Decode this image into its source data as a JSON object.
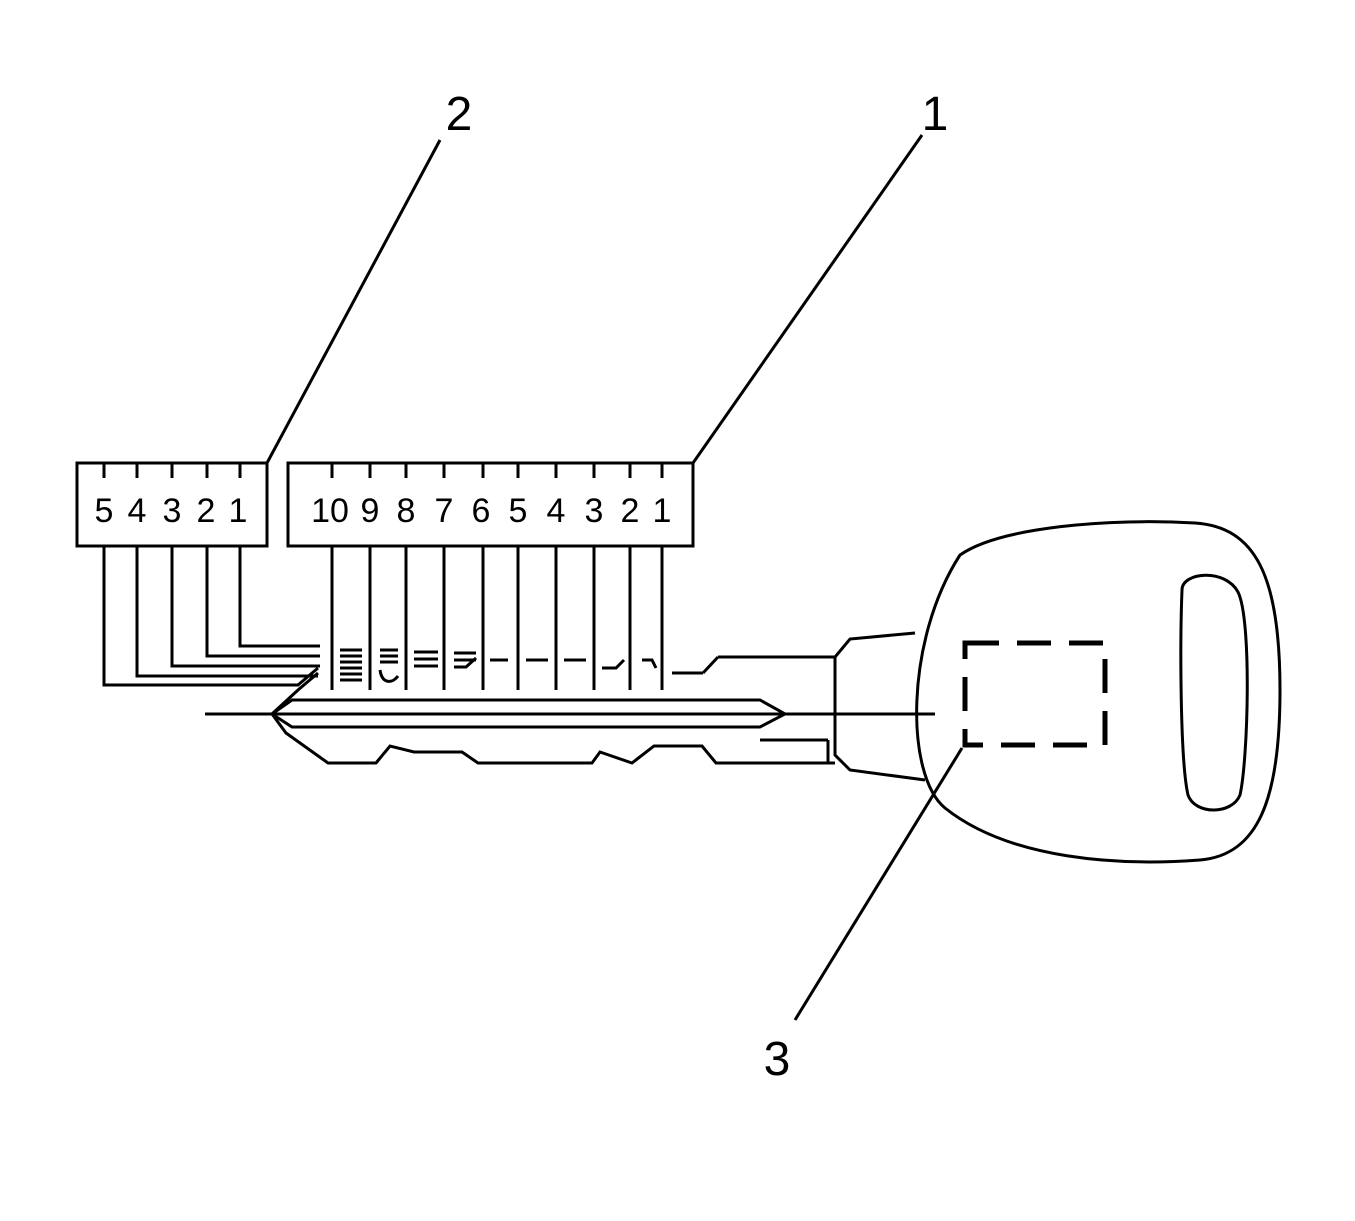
{
  "callouts": {
    "one": "1",
    "two": "2",
    "three": "3"
  },
  "blade_cuts": [
    "10",
    "9",
    "8",
    "7",
    "6",
    "5",
    "4",
    "3",
    "2",
    "1"
  ],
  "side_cuts": [
    "5",
    "4",
    "3",
    "2",
    "1"
  ]
}
